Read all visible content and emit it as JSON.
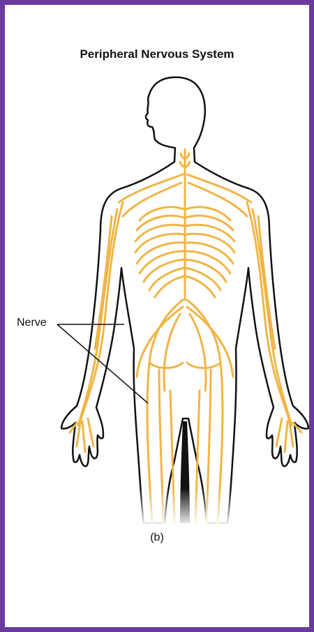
{
  "title": "Peripheral Nervous System",
  "labels": {
    "nerve": "Nerve",
    "panel": "(b)"
  },
  "colors": {
    "frame_border": "#6b3a9e",
    "nerve": "#f0b546",
    "body_outline": "#111111",
    "background": "#ffffff"
  }
}
